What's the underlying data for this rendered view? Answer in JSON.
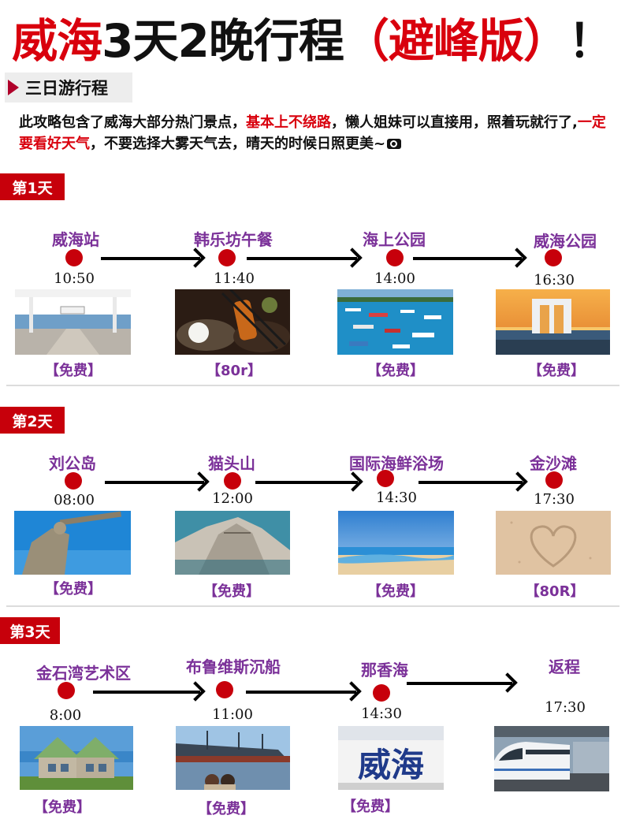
{
  "title": {
    "red_part": "威海",
    "black_part": "3天2晚行程",
    "red_suffix": "（避峰版）",
    "exclaim": "！"
  },
  "section": {
    "label": "三日游行程"
  },
  "intro": {
    "p1": "此攻略包含了威海大部分热门景点，",
    "hl1": "基本上不绕路",
    "p2": "，懒人姐妹可以直接用，照着玩就行了,",
    "hl2": "一定要看好天气",
    "p3": "，不要选择大雾天气去，晴天的时候日照更美~"
  },
  "colors": {
    "title_red": "#d9000d",
    "badge_red": "#c7000b",
    "stop_purple": "#7b3199",
    "arrow": "#000000"
  },
  "icons": {
    "section_marker": "triangle-right-icon",
    "intro_end": "camera-icon"
  },
  "days": [
    {
      "label": "第1天",
      "stops": [
        {
          "name": "威海站",
          "time": "10:50",
          "price": "【免费】",
          "photo": "station-platform"
        },
        {
          "name": "韩乐坊午餐",
          "time": "11:40",
          "price": "【80r】",
          "photo": "bbq-food"
        },
        {
          "name": "海上公园",
          "time": "14:00",
          "price": "【免费】",
          "photo": "boats-bay"
        },
        {
          "name": "威海公园",
          "time": "16:30",
          "price": "【免费】",
          "photo": "sunset-arch"
        }
      ]
    },
    {
      "label": "第2天",
      "stops": [
        {
          "name": "刘公岛",
          "time": "08:00",
          "price": "【免费】",
          "photo": "statue-sky"
        },
        {
          "name": "猫头山",
          "time": "12:00",
          "price": "【免费】",
          "photo": "rock-cape"
        },
        {
          "name": "国际海鲜浴场",
          "time": "14:30",
          "price": "【免费】",
          "photo": "beach-sea"
        },
        {
          "name": "金沙滩",
          "time": "17:30",
          "price": "【80R】",
          "photo": "sand-heart"
        }
      ]
    },
    {
      "label": "第3天",
      "stops": [
        {
          "name": "金石湾艺术区",
          "time": "8:00",
          "price": "【免费】",
          "photo": "grass-house"
        },
        {
          "name": "布鲁维斯沉船",
          "time": "11:00",
          "price": "【免费】",
          "photo": "shipwreck"
        },
        {
          "name": "那香海",
          "time": "14:30",
          "price": "【免费】",
          "photo": "weihai-sign",
          "sign_text": "威海"
        },
        {
          "name": "返程",
          "time": "17:30",
          "price": "",
          "photo": "bullet-train"
        }
      ]
    }
  ]
}
